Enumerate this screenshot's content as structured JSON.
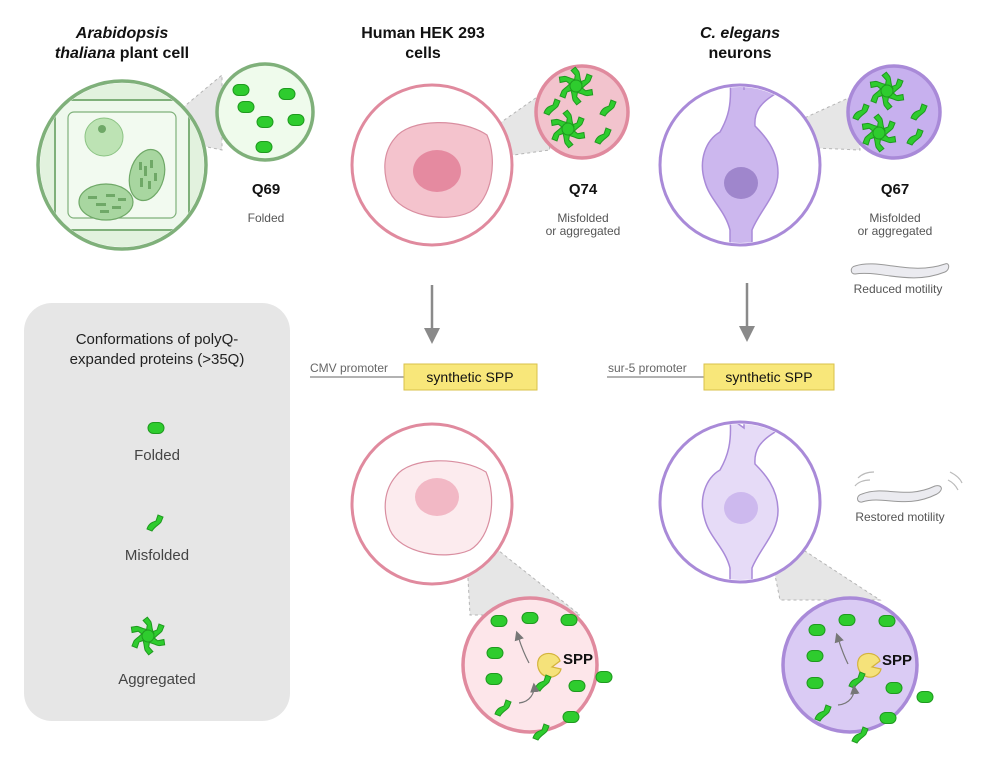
{
  "panels": {
    "plant": {
      "title_italic": "Arabidopsis",
      "title_line2_italic": "thaliana",
      "title_line2_rest": " plant cell",
      "q_label": "Q69",
      "state": "Folded"
    },
    "human": {
      "title_line1": "Human HEK 293",
      "title_line2": "cells",
      "q_label": "Q74",
      "state_line1": "Misfolded",
      "state_line2": "or aggregated",
      "promoter": "CMV promoter",
      "construct": "synthetic SPP",
      "enzyme": "SPP"
    },
    "worm": {
      "title_italic": "C. elegans",
      "title_line2": "neurons",
      "q_label": "Q67",
      "state_line1": "Misfolded",
      "state_line2": "or aggregated",
      "phenotype_before": "Reduced motility",
      "promoter": "sur-5 promoter",
      "construct": "synthetic SPP",
      "phenotype_after": "Restored motility",
      "enzyme": "SPP"
    }
  },
  "legend": {
    "title_line1": "Conformations of polyQ-",
    "title_line2": "expanded proteins (>35Q)",
    "items": [
      "Folded",
      "Misfolded",
      "Aggregated"
    ]
  },
  "colors": {
    "plant_green": "#7fb07a",
    "human_pink": "#e08a9e",
    "worm_purple": "#a98ad8",
    "protein_green": "#2ecc2e",
    "spp_yellow": "#f5e27a",
    "legend_bg": "#e6e6e6"
  }
}
